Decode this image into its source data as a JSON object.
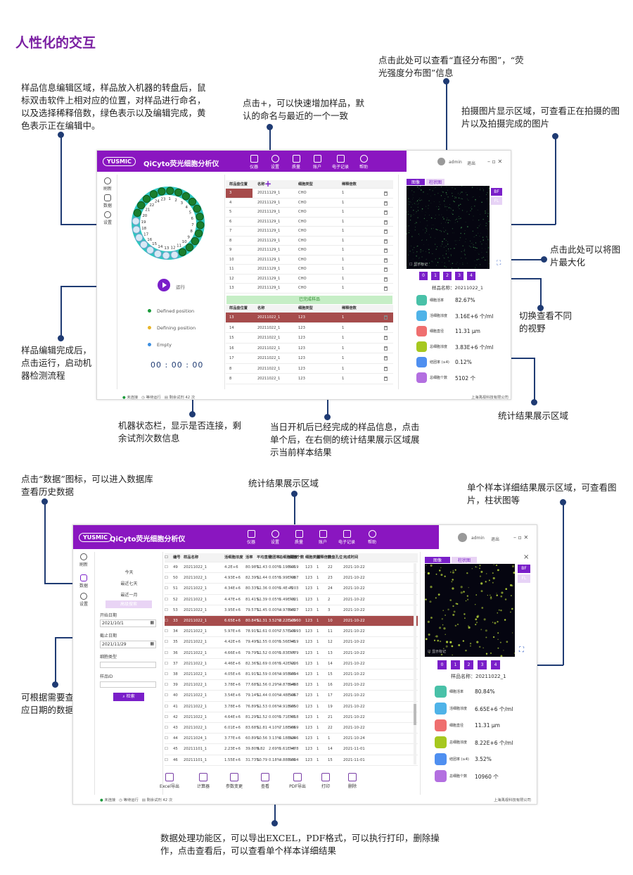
{
  "heading": "人性化的交互",
  "ann": {
    "a1": "样品信息编辑区域，样品放入机器的转盘后，鼠标双击软件上相对应的位置，对样品进行命名，以及选择稀释倍数，绿色表示以及编辑完成，黄色表示正在编辑中。",
    "a2": "点击+，可以快速增加样品，默认的命名与最近的一个一致",
    "a3": "点击此处可以查看“直径分布图”，“荧光强度分布图”信息",
    "a4": "拍摄图片显示区域，可查看正在拍摄的图片以及拍摄完成的图片",
    "a5": "点击此处可以将图片最大化",
    "a6": "切换查看不同的视野",
    "a7": "样品编辑完成后，点击运行，启动机器检测流程",
    "a8": "统计结果展示区域",
    "a9": "机器状态栏，显示是否连接，剩余试剂次数信息",
    "a10": "当日开机后已经完成的样品信息，点击单个后，在右侧的统计结果展示区域展示当前样本结果",
    "b1": "点击“数据”图标，可以进入数据库查看历史数据",
    "b2": "统计结果展示区域",
    "b3": "单个样本详细结果展示区域，可查看图片，柱状图等",
    "b4": "可根据需要查看相应日期的数据",
    "b5": "数据处理功能区，可以导出EXCEL，PDF格式，可以执行打印，删除操作，点击查看后，可以查看单个样本详细结果"
  },
  "app": {
    "logo": "YUSMIC",
    "title": "QiCyto荧光细胞分析仪",
    "nav1": [
      "仪器",
      "设置",
      "质量",
      "账户",
      "电子记录",
      "帮助"
    ],
    "user": "admin",
    "logout": "退出",
    "side": [
      "刷新",
      "数据",
      "设置"
    ],
    "run": "运行",
    "legend": [
      "Defined position",
      "Defining position",
      "Empty"
    ],
    "timer": "00 : 00 : 00",
    "status": [
      "未连接",
      "等待运行",
      "剩余试剂",
      "42",
      "次"
    ],
    "company": "上海禹视科技有限公司",
    "tabs": [
      "图像",
      "柱状图"
    ],
    "view_buttons": [
      "0",
      "1",
      "2",
      "3",
      "4"
    ],
    "bf": "BF",
    "fl": "FL"
  },
  "s1": {
    "head": [
      "样品盘位置",
      "名称",
      "细胞类型",
      "稀释倍数"
    ],
    "rows": [
      [
        "3",
        "20211129_1",
        "CHO",
        "1"
      ],
      [
        "4",
        "20211129_1",
        "CHO",
        "1"
      ],
      [
        "5",
        "20211129_1",
        "CHO",
        "1"
      ],
      [
        "6",
        "20211129_1",
        "CHO",
        "1"
      ],
      [
        "7",
        "20211129_1",
        "CHO",
        "1"
      ],
      [
        "8",
        "20211129_1",
        "CHO",
        "1"
      ],
      [
        "9",
        "20211129_1",
        "CHO",
        "1"
      ],
      [
        "10",
        "20211129_1",
        "CHO",
        "1"
      ],
      [
        "11",
        "20211129_1",
        "CHO",
        "1"
      ],
      [
        "12",
        "20211129_1",
        "CHO",
        "1"
      ],
      [
        "13",
        "20211129_1",
        "CHO",
        "1"
      ]
    ],
    "done_label": "已完成样品",
    "head2": [
      "样品盘位置",
      "名称",
      "细胞类型",
      "稀释倍数"
    ],
    "rows2": [
      [
        "13",
        "20211022_1",
        "123",
        "1"
      ],
      [
        "14",
        "20211022_1",
        "123",
        "1"
      ],
      [
        "15",
        "20211022_1",
        "123",
        "1"
      ],
      [
        "16",
        "20211022_1",
        "123",
        "1"
      ],
      [
        "17",
        "20211022_1",
        "123",
        "1"
      ],
      [
        "8",
        "20211022_1",
        "123",
        "1"
      ],
      [
        "8",
        "20211022_1",
        "123",
        "1"
      ]
    ],
    "sample_name": "样品名称：20211022_1",
    "stats": [
      [
        "细胞活率",
        "82.67%",
        "#49c1a8"
      ],
      [
        "活细胞浓度",
        "3.16E+6 个/ml",
        "#4fb3e8"
      ],
      [
        "细胞直径",
        "11.31 μm",
        "#ef6f6f"
      ],
      [
        "总细胞浓度",
        "3.83E+6 个/ml",
        "#a6c81f"
      ],
      [
        "结团率 (≥4)",
        "0.12%",
        "#4f8ff0"
      ],
      [
        "总细胞个数",
        "5102 个",
        "#b36fe0"
      ]
    ],
    "preview": "显示标记",
    "wells": [
      "23",
      "1",
      "2",
      "3",
      "4",
      "5",
      "6",
      "7",
      "8",
      "9",
      "10",
      "11",
      "12",
      "13",
      "14",
      "15",
      "16",
      "17",
      "18",
      "19",
      "20",
      "21",
      "22",
      "24"
    ]
  },
  "s2": {
    "filters": [
      "今天",
      "最近七天",
      "最近一月",
      "高级搜索"
    ],
    "start_label": "开始日期",
    "start": "2021/10/1",
    "end_label": "截止日期",
    "end": "2021/11/29",
    "type_label": "细胞类型",
    "id_label": "样品ID",
    "search": "检索",
    "head": [
      "编号",
      "样品名称",
      "活细胞浓度",
      "活率",
      "平均直径",
      "结团率",
      "总细胞浓度",
      "细胞个数",
      "细胞类型",
      "稀释倍数",
      "转盘孔位",
      "完成时间"
    ],
    "rows": [
      [
        "49",
        "20211022_1",
        "4.2E+6",
        "80.98%",
        "11.43",
        "0.00%",
        "5.19E+6",
        "6919",
        "123",
        "1",
        "22",
        "2021-10-22"
      ],
      [
        "50",
        "20211022_1",
        "4.93E+6",
        "82.39%",
        "11.44",
        "0.05%",
        "5.99E+6",
        "7987",
        "123",
        "1",
        "23",
        "2021-10-22"
      ],
      [
        "51",
        "20211022_1",
        "4.34E+6",
        "80.33%",
        "11.36",
        "0.00%",
        "5.4E+6",
        "7203",
        "123",
        "1",
        "24",
        "2021-10-22"
      ],
      [
        "52",
        "20211022_1",
        "4.47E+6",
        "81.41%",
        "11.39",
        "0.05%",
        "5.49E+6",
        "7321",
        "123",
        "1",
        "2",
        "2021-10-22"
      ],
      [
        "53",
        "20211022_1",
        "3.95E+6",
        "79.57%",
        "11.45",
        "0.00%",
        "4.97E+6",
        "6627",
        "123",
        "1",
        "3",
        "2021-10-22"
      ],
      [
        "33",
        "20211022_1",
        "6.65E+6",
        "80.84%",
        "11.31",
        "3.52%",
        "8.22E+6",
        "10960",
        "123",
        "1",
        "10",
        "2021-10-22"
      ],
      [
        "34",
        "20211022_1",
        "5.97E+6",
        "78.91%",
        "11.61",
        "0.00%",
        "7.57E+6",
        "10093",
        "123",
        "1",
        "11",
        "2021-10-22"
      ],
      [
        "35",
        "20211022_1",
        "4.42E+6",
        "79.49%",
        "11.55",
        "0.00%",
        "5.56E+6",
        "7419",
        "123",
        "1",
        "12",
        "2021-10-22"
      ],
      [
        "36",
        "20211022_1",
        "4.66E+6",
        "79.79%",
        "11.52",
        "0.00%",
        "5.83E+6",
        "7779",
        "123",
        "1",
        "13",
        "2021-10-22"
      ],
      [
        "37",
        "20211022_1",
        "4.46E+6",
        "82.36%",
        "11.69",
        "0.06%",
        "5.42E+6",
        "7226",
        "123",
        "1",
        "14",
        "2021-10-22"
      ],
      [
        "38",
        "20211022_1",
        "4.05E+6",
        "81.91%",
        "11.59",
        "0.06%",
        "4.95E+6",
        "6594",
        "123",
        "1",
        "15",
        "2021-10-22"
      ],
      [
        "39",
        "20211022_1",
        "3.78E+6",
        "77.68%",
        "11.56",
        "0.29%",
        "4.87E+6",
        "6488",
        "123",
        "1",
        "16",
        "2021-10-22"
      ],
      [
        "40",
        "20211022_1",
        "3.54E+6",
        "79.14%",
        "11.44",
        "0.00%",
        "4.48E+6",
        "5967",
        "123",
        "1",
        "17",
        "2021-10-22"
      ],
      [
        "41",
        "20211022_1",
        "3.78E+6",
        "76.89%",
        "11.53",
        "0.06%",
        "4.91E+6",
        "6550",
        "123",
        "1",
        "19",
        "2021-10-22"
      ],
      [
        "42",
        "20211022_1",
        "4.64E+6",
        "81.29%",
        "11.52",
        "0.00%",
        "5.71E+6",
        "7618",
        "123",
        "1",
        "21",
        "2021-10-22"
      ],
      [
        "43",
        "20211022_1",
        "6.01E+6",
        "83.68%",
        "11.81",
        "4.10%",
        "7.18E+6",
        "9569",
        "123",
        "1",
        "22",
        "2021-10-22"
      ],
      [
        "44",
        "20211024_1",
        "3.77E+6",
        "60.89%",
        "10.56",
        "3.13%",
        "6.18E+6",
        "8246",
        "123",
        "1",
        "1",
        "2021-10-24"
      ],
      [
        "45",
        "20211101_1",
        "2.23E+6",
        "39.80%",
        "8.82",
        "2.69%",
        "5.61E+6",
        "7478",
        "123",
        "1",
        "14",
        "2021-11-01"
      ],
      [
        "46",
        "20211101_1",
        "1.55E+6",
        "31.73%",
        "10.79",
        "0.18%",
        "4.88E+6",
        "6504",
        "123",
        "1",
        "15",
        "2021-11-01"
      ]
    ],
    "buttons": [
      "Excel导出",
      "计算器",
      "参数变更",
      "查看",
      "PDF导出",
      "打印",
      "删除"
    ],
    "sample_name": "样品名称：20211022_1",
    "stats": [
      [
        "细胞活率",
        "80.84%",
        "#49c1a8"
      ],
      [
        "活细胞浓度",
        "6.65E+6 个/ml",
        "#4fb3e8"
      ],
      [
        "细胞直径",
        "11.31 μm",
        "#ef6f6f"
      ],
      [
        "总细胞浓度",
        "8.22E+6 个/ml",
        "#a6c81f"
      ],
      [
        "结团率 (≥4)",
        "3.52%",
        "#4f8ff0"
      ],
      [
        "总细胞个数",
        "10960 个",
        "#b36fe0"
      ]
    ],
    "close": "×"
  }
}
